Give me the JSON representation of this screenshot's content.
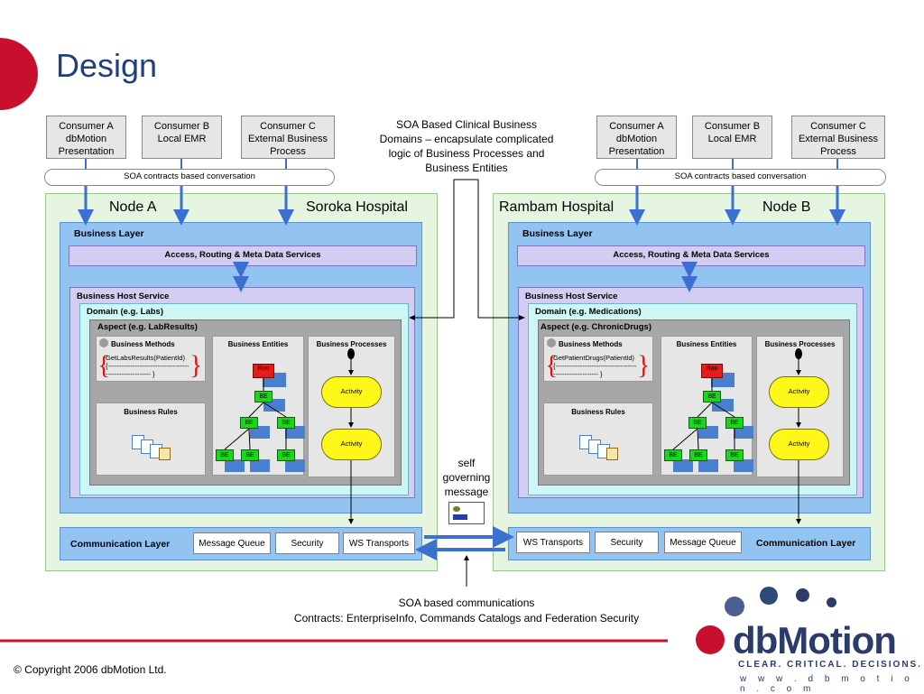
{
  "slide": {
    "title": "Design",
    "copyright": "© Copyright 2006 dbMotion Ltd."
  },
  "left": {
    "consumers": [
      {
        "label": "Consumer A\ndbMotion\nPresentation"
      },
      {
        "label": "Consumer B\nLocal EMR"
      },
      {
        "label": "Consumer C\nExternal Business\nProcess"
      }
    ],
    "contracts": "SOA contracts based conversation",
    "node_name": "Node A",
    "hospital": "Soroka Hospital",
    "business_layer": "Business Layer",
    "access": "Access, Routing & Meta Data Services",
    "host_service": "Business Host Service",
    "domain": "Domain (e.g. Labs)",
    "aspect": "Aspect (e.g. LabResults)",
    "methods_title": "Business Methods",
    "methods_line1": "GetLabsResults(PatientId)",
    "methods_line2": "{------------------------------------",
    "methods_line3": "-------------------- }",
    "rules_title": "Business Rules",
    "entities_title": "Business Entities",
    "processes_title": "Business Processes",
    "activity": "Activity",
    "root": "Roo",
    "be": "BE",
    "comm_layer": "Communication Layer",
    "comm_buttons": [
      "Message Queue",
      "Security",
      "WS Transports"
    ]
  },
  "right": {
    "consumers": [
      {
        "label": "Consumer A\ndbMotion\nPresentation"
      },
      {
        "label": "Consumer B\nLocal EMR"
      },
      {
        "label": "Consumer C\nExternal Business\nProcess"
      }
    ],
    "contracts": "SOA contracts based conversation",
    "node_name": "Node B",
    "hospital": "Rambam Hospital",
    "business_layer": "Business Layer",
    "access": "Access, Routing & Meta Data Services",
    "host_service": "Business Host Service",
    "domain": "Domain (e.g. Medications)",
    "aspect": "Aspect (e.g. ChronicDrugs)",
    "methods_title": "Business Methods",
    "methods_line1": "GetPatientDrugs(PatientId)",
    "methods_line2": "{------------------------------------",
    "methods_line3": "-------------------- }",
    "rules_title": "Business Rules",
    "entities_title": "Business Entities",
    "processes_title": "Business Processes",
    "activity": "Activity",
    "root": "Roo",
    "be": "BE",
    "comm_layer": "Communication Layer",
    "comm_buttons": [
      "WS Transports",
      "Security",
      "Message Queue"
    ]
  },
  "callouts": {
    "soa_domains": "SOA Based Clinical Business Domains – encapsulate complicated logic of Business Processes and Business Entities",
    "self_governing": "self\ngoverning\nmessage",
    "soa_comm_1": "SOA based communications",
    "soa_comm_2": "Contracts: EnterpriseInfo, Commands Catalogs and Federation Security"
  },
  "logo": {
    "name": "dbMotion",
    "tagline": "CLEAR. CRITICAL. DECISIONS.",
    "url": "w w w . d b m o t i o n . c o m"
  },
  "colors": {
    "title": "#1f3f7f",
    "accent_red": "#c8102e",
    "arrow_blue": "#3b6fd1",
    "logo_navy": "#2b3b6a"
  }
}
